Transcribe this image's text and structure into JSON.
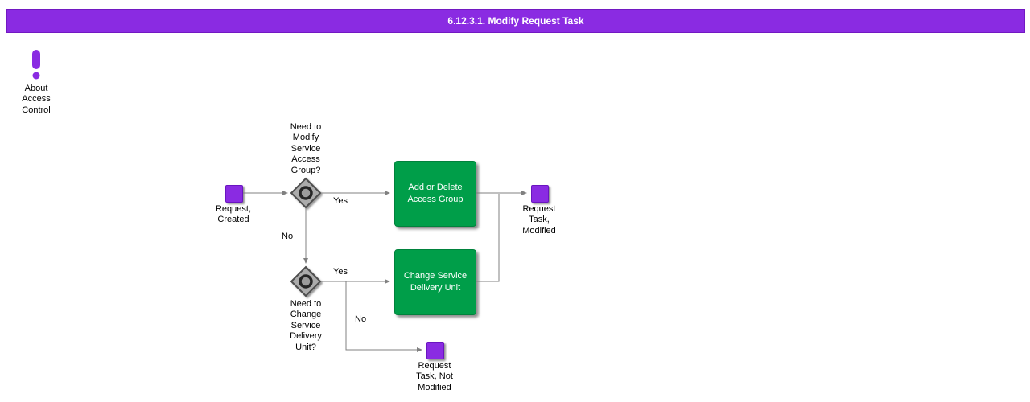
{
  "title_bar": {
    "text": "6.12.3.1. Modify Request Task"
  },
  "about": {
    "label": "About\nAccess\nControl"
  },
  "flow": {
    "start_label": "Request,\nCreated",
    "decision1_label": "Need to\nModify\nService\nAccess\nGroup?",
    "decision1_yes": "Yes",
    "decision1_no": "No",
    "task1_label": "Add or Delete\nAccess Group",
    "end_modified_label": "Request\nTask,\nModified",
    "decision2_label": "Need to\nChange\nService\nDelivery\nUnit?",
    "decision2_yes": "Yes",
    "decision2_no": "No",
    "task2_label": "Change Service\nDelivery Unit",
    "end_not_modified_label": "Request\nTask, Not\nModified"
  },
  "colors": {
    "purple": "#8A2BE2",
    "green": "#009E49",
    "connector_gray": "#808080",
    "diamond_gray": "#ABABAB"
  }
}
